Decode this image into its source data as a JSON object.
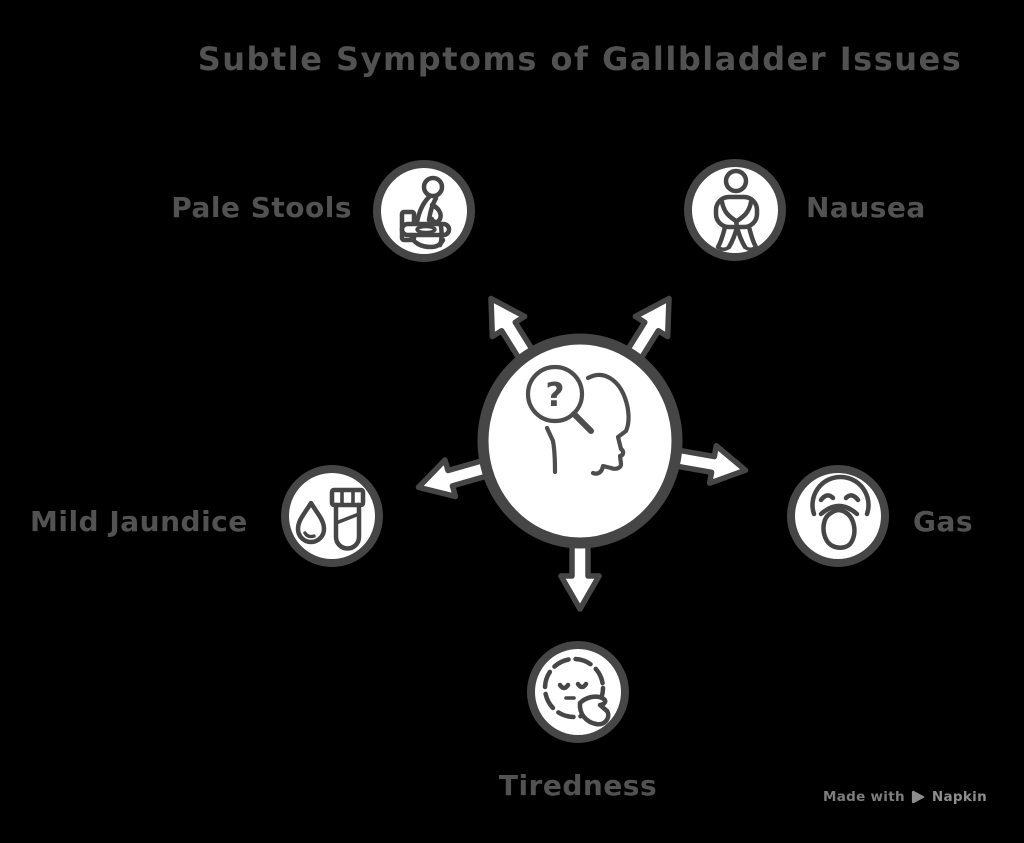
{
  "title": "Subtle Symptoms of Gallbladder Issues",
  "diagram": {
    "center": {
      "icon": "head-question-magnifier-icon"
    },
    "nodes": [
      {
        "label": "Pale Stools",
        "icon": "person-on-toilet-icon",
        "position": "top-left"
      },
      {
        "label": "Nausea",
        "icon": "person-holding-stomach-icon",
        "position": "top-right"
      },
      {
        "label": "Gas",
        "icon": "face-belch-tongue-icon",
        "position": "right"
      },
      {
        "label": "Tiredness",
        "icon": "sleepy-yawning-face-icon",
        "position": "bottom"
      },
      {
        "label": "Mild Jaundice",
        "icon": "droplet-test-tube-icon",
        "position": "left"
      }
    ]
  },
  "watermark": {
    "text": "Made with",
    "brand": "Napkin",
    "icon": "napkin-logo-icon"
  },
  "colors": {
    "background": "#000000",
    "outline": "#464646",
    "node_fill": "#ffffff",
    "label_text": "#525252",
    "icon_stroke": "#4d4d4d",
    "watermark_text": "#7d7d7d",
    "brand_text": "#8d8d8d"
  }
}
